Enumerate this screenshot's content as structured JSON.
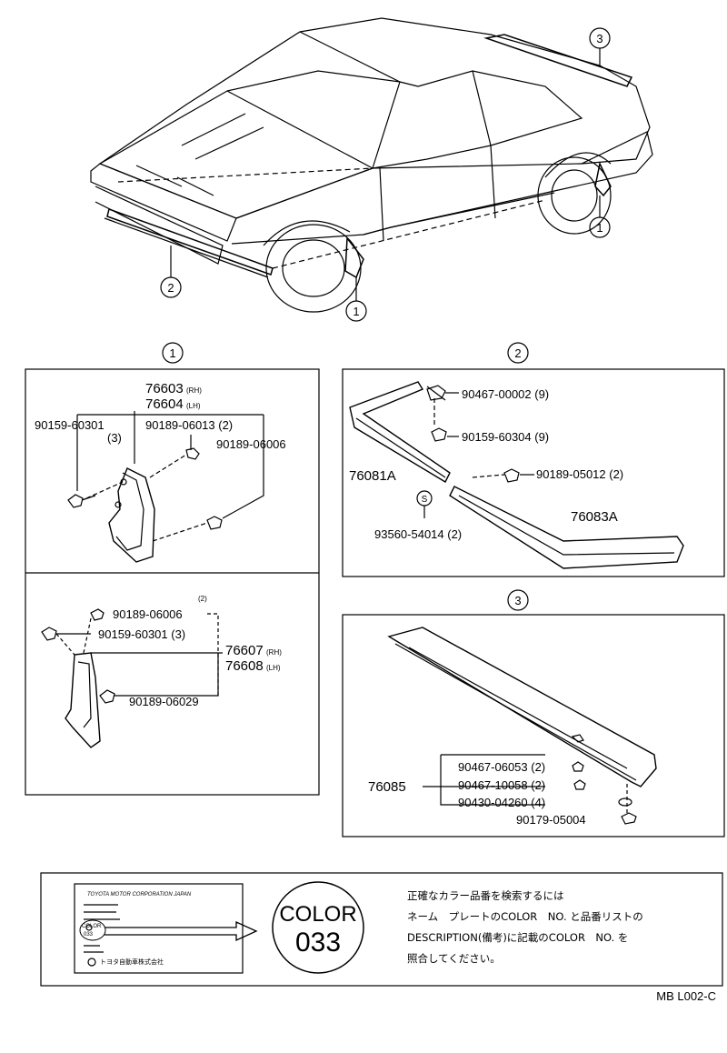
{
  "callouts": {
    "one": "1",
    "two": "2",
    "three": "3"
  },
  "box1_upper": {
    "part_a": "76603",
    "part_a_suffix": "(RH)",
    "part_b": "76604",
    "part_b_suffix": "(LH)",
    "bolt": "90159-60301",
    "bolt_qty": "(3)",
    "screw": "90189-06013 (2)",
    "screw2": "90189-06006"
  },
  "box1_lower": {
    "screw_qty": "(2)",
    "screw": "90189-06006",
    "bolt": "90159-60301 (3)",
    "part_a": "76607",
    "part_a_suffix": "(RH)",
    "part_b": "76608",
    "part_b_suffix": "(LH)",
    "screw2": "90189-06029"
  },
  "box2": {
    "nut": "90467-00002 (9)",
    "bolt": "90159-60304 (9)",
    "screw": "90189-05012 (2)",
    "part_left": "76081A",
    "part_right": "76083A",
    "s_mark": "S",
    "seal": "93560-54014 (2)"
  },
  "box3": {
    "part": "76085",
    "clip1": "90467-06053 (2)",
    "clip2": "90467-10058 (2)",
    "nut": "90430-04260 (4)",
    "nut2": "90179-05004"
  },
  "nameplate": {
    "header": "TOYOTA MOTOR CORPORATION JAPAN",
    "color_small": "COLOR",
    "color_num_small": "033",
    "maker_jp": "トヨタ自動車株式会社",
    "color_big": "COLOR",
    "color_num_big": "033"
  },
  "note_lines": [
    "正確なカラー品番を検索するには",
    "ネーム　プレートのCOLOR　NO. と品番リストの",
    "DESCRIPTION(備考)に記載のCOLOR　NO. を",
    "照合してください。"
  ],
  "diagram_code": "MB L002-C"
}
